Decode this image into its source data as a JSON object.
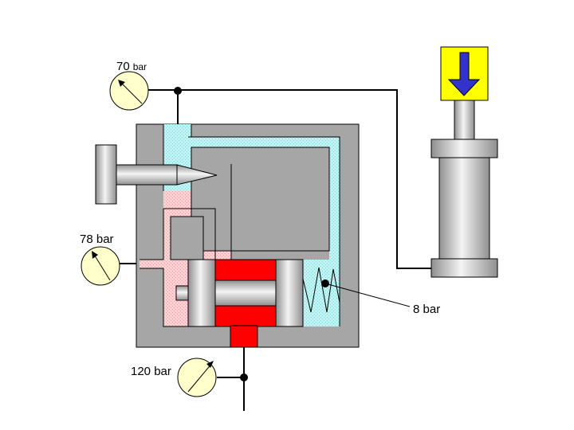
{
  "labels": {
    "gauge_top_value": "70",
    "gauge_top_unit": "bar",
    "gauge_left": "78 bar",
    "gauge_bottom": "120 bar",
    "spring_pressure": "8 bar"
  },
  "colors": {
    "body": "#a6a6a6",
    "spool_land": "#c8c8c8",
    "spool_core": "#ff0000",
    "pilot_fluid": "#cdeef0",
    "pilot_dots": "#7ccfd6",
    "inlet_fluid": "#f3d6d6",
    "inlet_dots": "#e39a9a",
    "actuator": "#ffff00",
    "arrow": "#3333cc",
    "gauge_face": "#ffffcc"
  },
  "icons": {
    "actuator": "down-arrow-icon",
    "gauges": "pressure-gauge-icon"
  }
}
